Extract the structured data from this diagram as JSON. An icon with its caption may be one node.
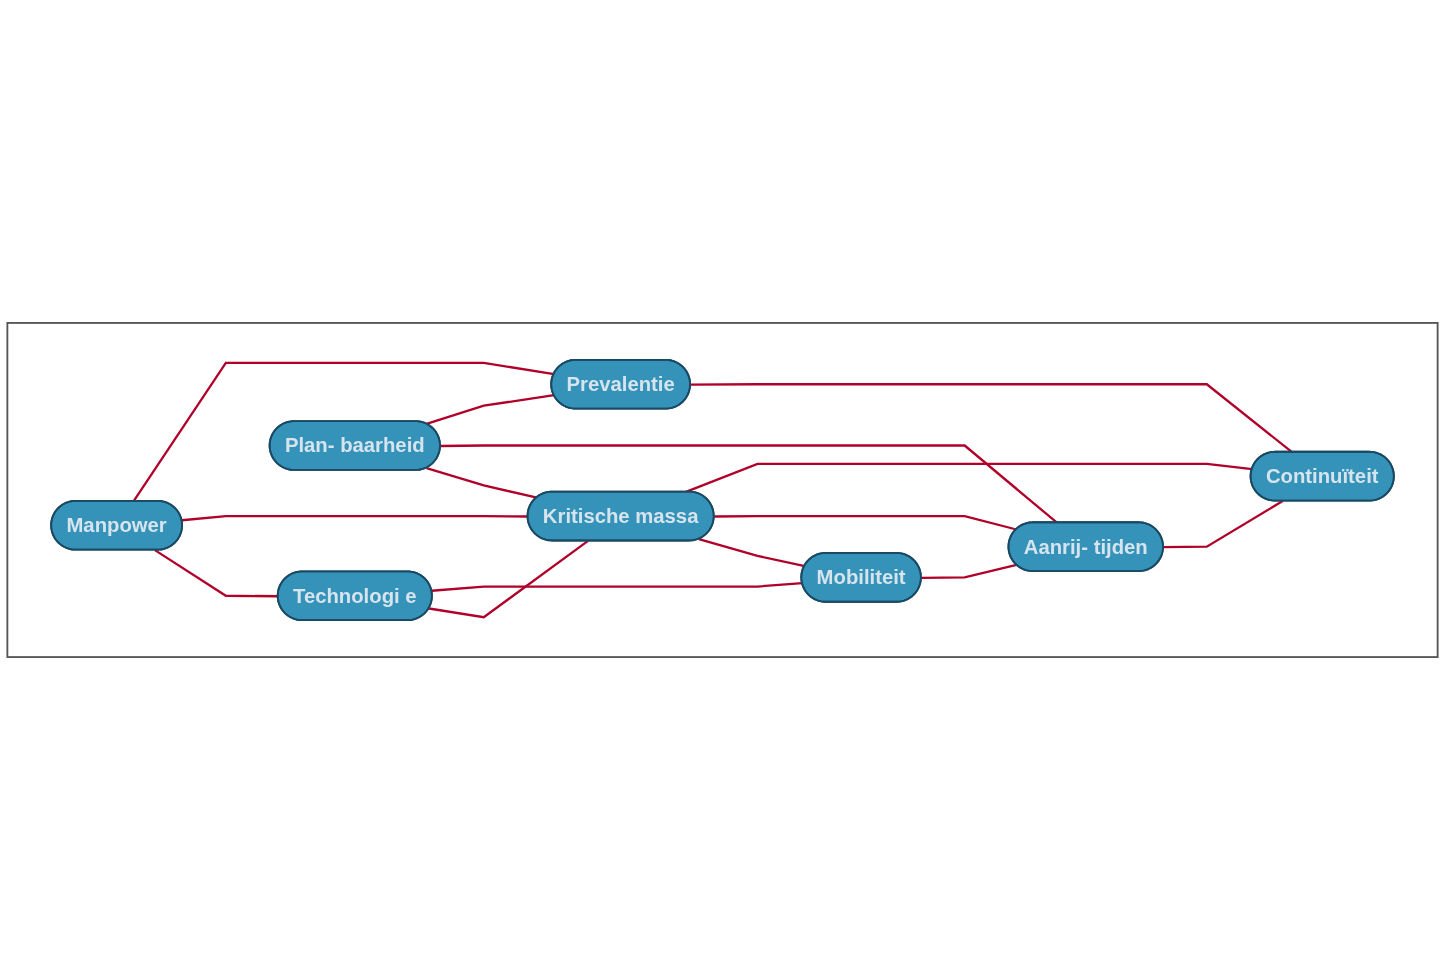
{
  "diagram": {
    "nodes": [
      {
        "text": [],
        "shape": "cloud"
      },
      {
        "text": [
          "Manpower"
        ],
        "in": 0
      },
      {
        "text": [
          "Plan- baarheid"
        ],
        "in": 0
      },
      {
        "text": [
          "Technologi e"
        ],
        "in": 0
      },
      {
        "text": [
          "Kritische massa"
        ],
        "in": 0
      },
      {
        "text": [
          "Prevalentie"
        ],
        "in": 0
      },
      {
        "text": [
          "Mobiliteit"
        ],
        "in": 0
      },
      {
        "text": [
          "Aanrij- tijden"
        ],
        "in": 0
      },
      {
        "text": [
          "Continuïteit"
        ],
        "in": 0
      }
    ],
    "edges": [
      {
        "from": 1,
        "to": 3,
        "arrow": "none"
      },
      {
        "from": 1,
        "to": 4,
        "arrow": "none"
      },
      {
        "from": 1,
        "to": 5,
        "arrow": "none"
      },
      {
        "from": 2,
        "to": 4,
        "arrow": "none"
      },
      {
        "from": 2,
        "to": 7,
        "arrow": "none"
      },
      {
        "from": 2,
        "to": 5,
        "arrow": "none"
      },
      {
        "from": 3,
        "to": 4,
        "arrow": "none"
      },
      {
        "from": 3,
        "to": 6,
        "arrow": "none"
      },
      {
        "from": 4,
        "to": 6,
        "arrow": "none"
      },
      {
        "from": 4,
        "to": 7,
        "arrow": "none"
      },
      {
        "from": 4,
        "to": 8,
        "arrow": "none"
      },
      {
        "from": 5,
        "to": 8,
        "arrow": "none"
      },
      {
        "from": 6,
        "to": 7,
        "arrow": "none"
      },
      {
        "from": 7,
        "to": 8,
        "arrow": "none"
      }
    ]
  }
}
